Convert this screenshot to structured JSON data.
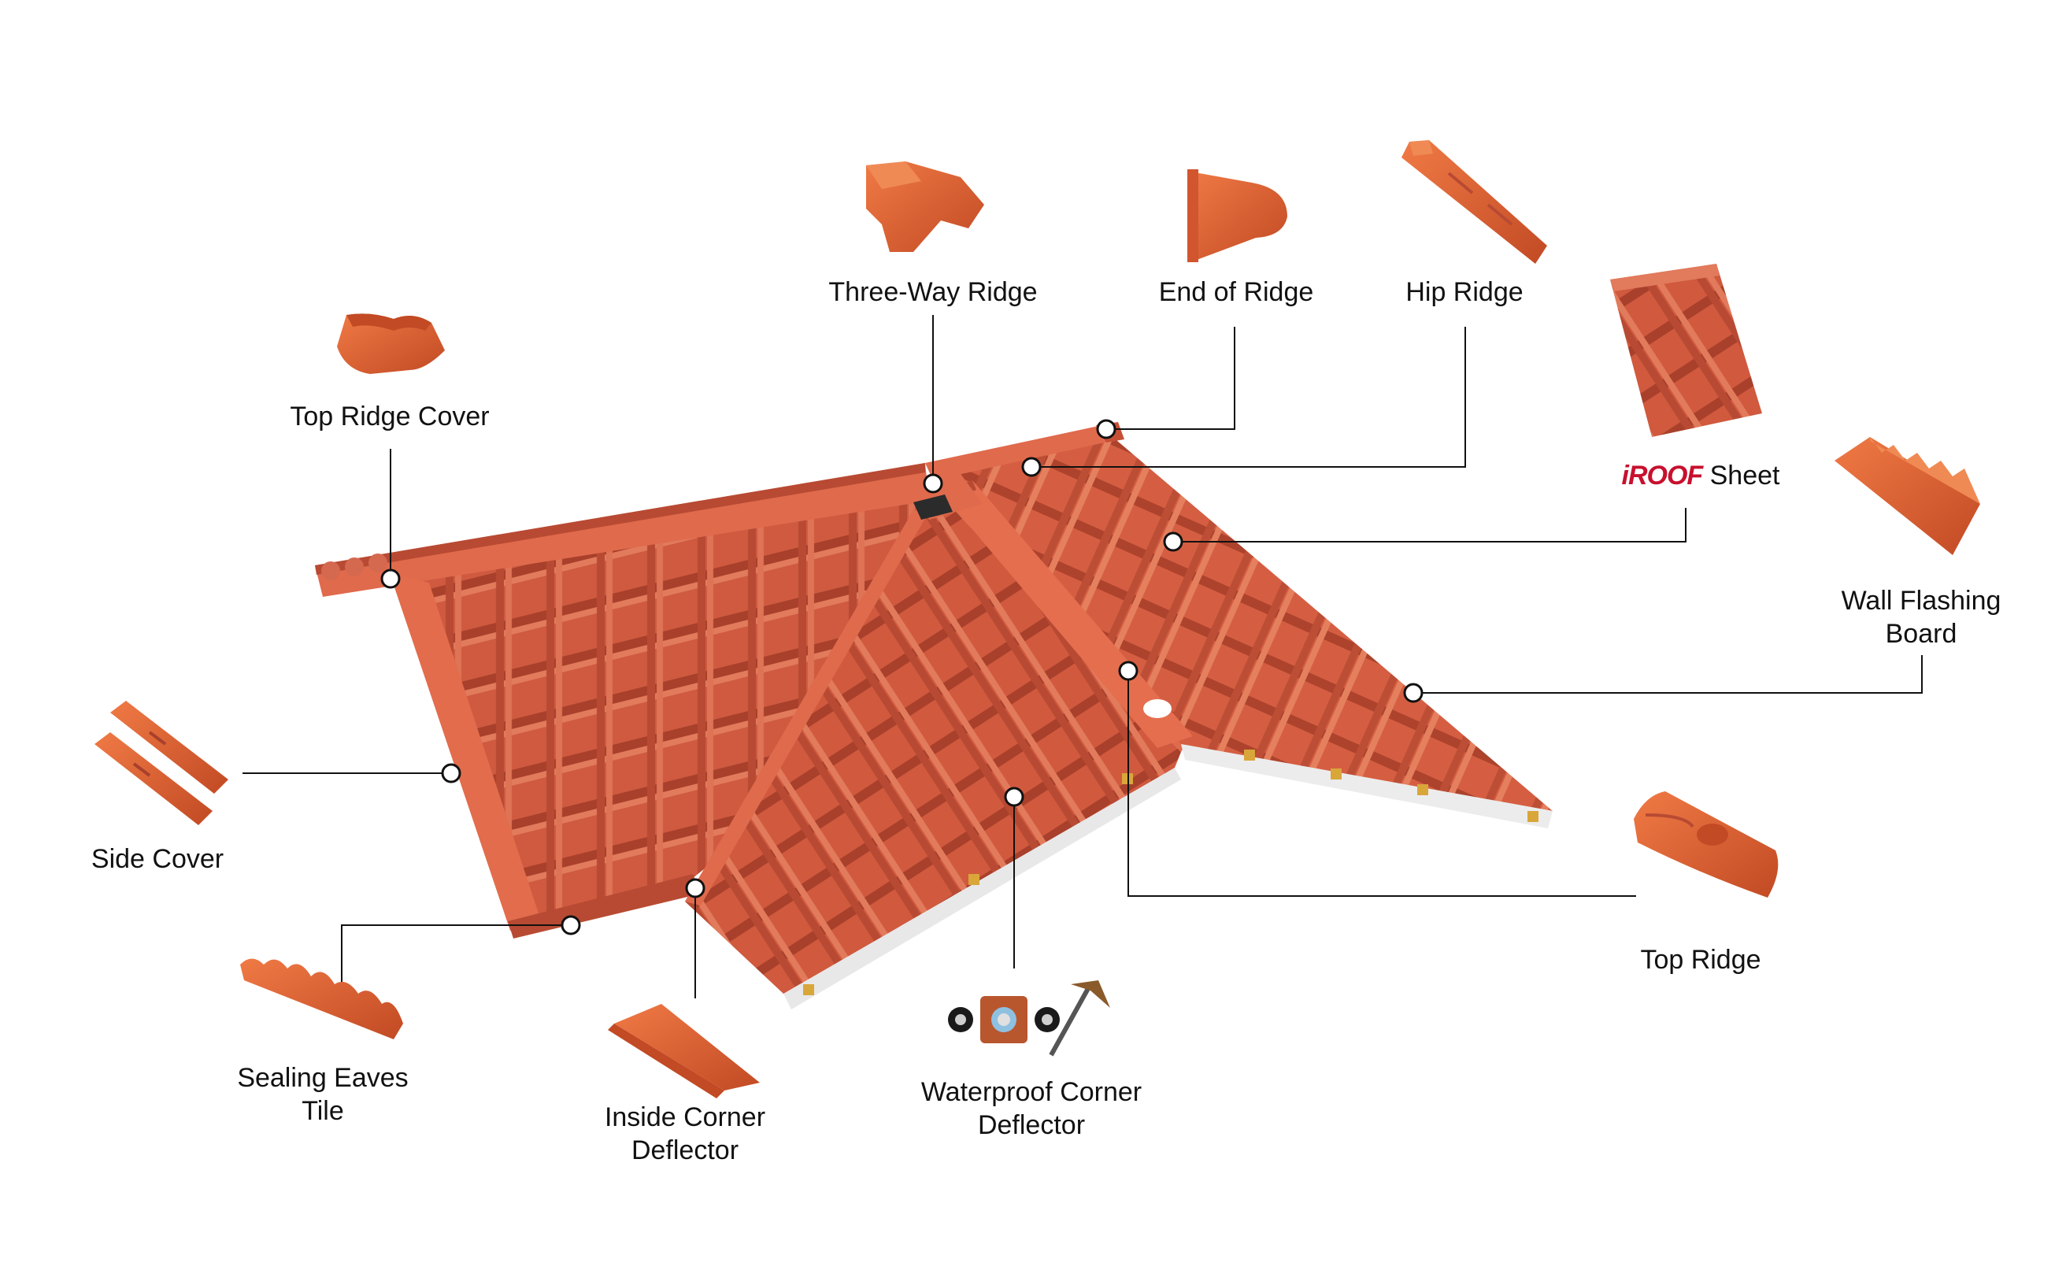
{
  "colors": {
    "tile": "#cf5a40",
    "tile_dark": "#a8402b",
    "tile_light": "#e27a5c",
    "accessory": "#e0602e",
    "line": "#111111",
    "brand": "#c8102e",
    "bracket": "#d9a63a"
  },
  "labels": {
    "top_ridge_cover": "Top Ridge Cover",
    "three_way_ridge": "Three-Way Ridge",
    "end_of_ridge": "End of Ridge",
    "hip_ridge": "Hip Ridge",
    "iroof_brand": "iROOF",
    "iroof_sheet": "Sheet",
    "wall_flashing_line1": "Wall Flashing",
    "wall_flashing_line2": "Board",
    "side_cover": "Side Cover",
    "top_ridge": "Top Ridge",
    "sealing_eaves_line1": "Sealing Eaves",
    "sealing_eaves_line2": "Tile",
    "inside_corner_line1": "Inside Corner",
    "inside_corner_line2": "Deflector",
    "waterproof_corner_line1": "Waterproof Corner",
    "waterproof_corner_line2": "Deflector"
  },
  "icons": [
    "top-ridge-cover-icon",
    "three-way-ridge-icon",
    "end-of-ridge-icon",
    "hip-ridge-icon",
    "iroof-sheet-icon",
    "wall-flashing-board-icon",
    "side-cover-icon",
    "top-ridge-icon",
    "sealing-eaves-tile-icon",
    "inside-corner-deflector-icon",
    "waterproof-corner-deflector-icon"
  ]
}
